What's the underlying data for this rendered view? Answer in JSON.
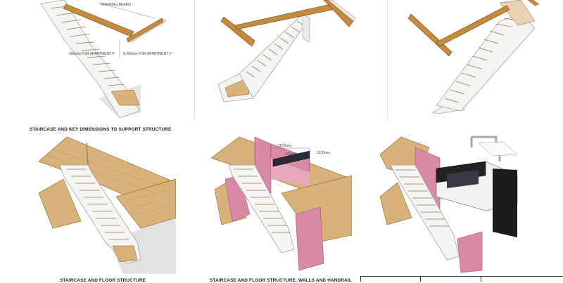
{
  "sheet": {
    "top_row": {
      "panel_1": {
        "annotations": {
          "trimming_beams": "TRIMMING BEAMS",
          "dim_left": "490mm FOR APARTMENT F",
          "dim_right": "8,450mm FOR APARTMENT F"
        }
      },
      "caption": "STAIRCASE AND KEY DIMENSIONS TO SUPPORT STRUCTURE"
    },
    "bottom_row": {
      "panel_4": {
        "caption": "STAIRCASE AND FLOOR STRUCTURE"
      },
      "panel_5": {
        "annotations": {
          "dim_top": "2670mm",
          "dim_mid": "410mm",
          "dim_right": "1070mm"
        },
        "caption": "STAIRCASE AND FLOOR STRUCTURE, WALLS AND HANDRAIL"
      }
    }
  },
  "colors": {
    "timber": "#c68a3c",
    "timber_dark": "#8a5a1e",
    "floor_wood": "#d8b27a",
    "wall_pink": "#d98aa7",
    "stair_white": "#f4f4f2",
    "grey_base": "#dadada"
  }
}
